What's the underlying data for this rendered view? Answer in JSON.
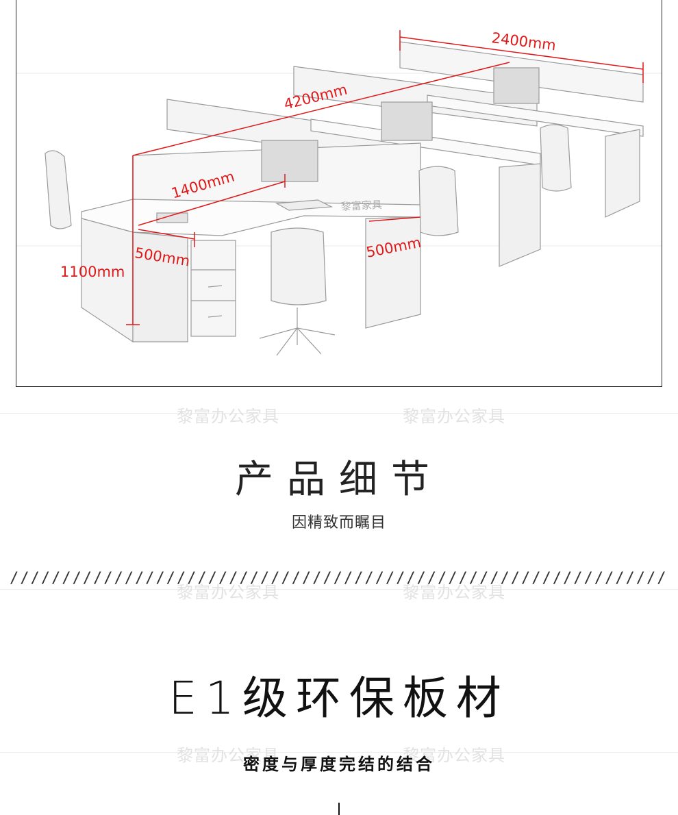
{
  "dimensions": {
    "d2400": "2400mm",
    "d4200": "4200mm",
    "d1400": "1400mm",
    "d500a": "500mm",
    "d500b": "500mm",
    "d1100": "1100mm"
  },
  "illustration": {
    "brand_text": "黎富家具"
  },
  "watermark": "黎富办公家具",
  "section": {
    "title": "产品细节",
    "subtitle": "因精致而瞩目"
  },
  "separator": "///////////////////////////////////////////////////////////////",
  "feature": {
    "title": "E1级环保板材",
    "subtitle": "密度与厚度完结的结合"
  },
  "colors": {
    "dimension": "#e01818",
    "text": "#111111"
  }
}
